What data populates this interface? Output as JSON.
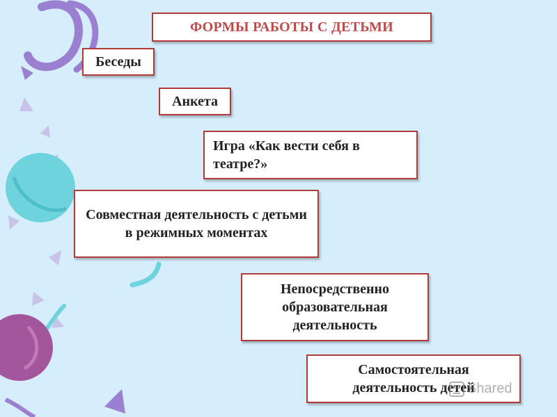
{
  "slide": {
    "title": "ФОРМЫ РАБОТЫ С ДЕТЬМИ",
    "items": [
      "Беседы",
      "Анкета",
      "Игра «Как вести себя в театре?»",
      "Совместная деятельность с детьми в режимных моментах",
      "Непосредственно образовательная деятельность",
      "Самостоятельная деятельность детей"
    ]
  },
  "watermark": {
    "text": "Shared",
    "icon": "slideshare-icon"
  },
  "colors": {
    "background": "#d6eefb",
    "box_border": "#b03a3a",
    "title_text": "#bf4a4a",
    "decor_purple": "#9b7fd0",
    "decor_teal": "#6ed3dd",
    "decor_magenta": "#a4569c"
  }
}
